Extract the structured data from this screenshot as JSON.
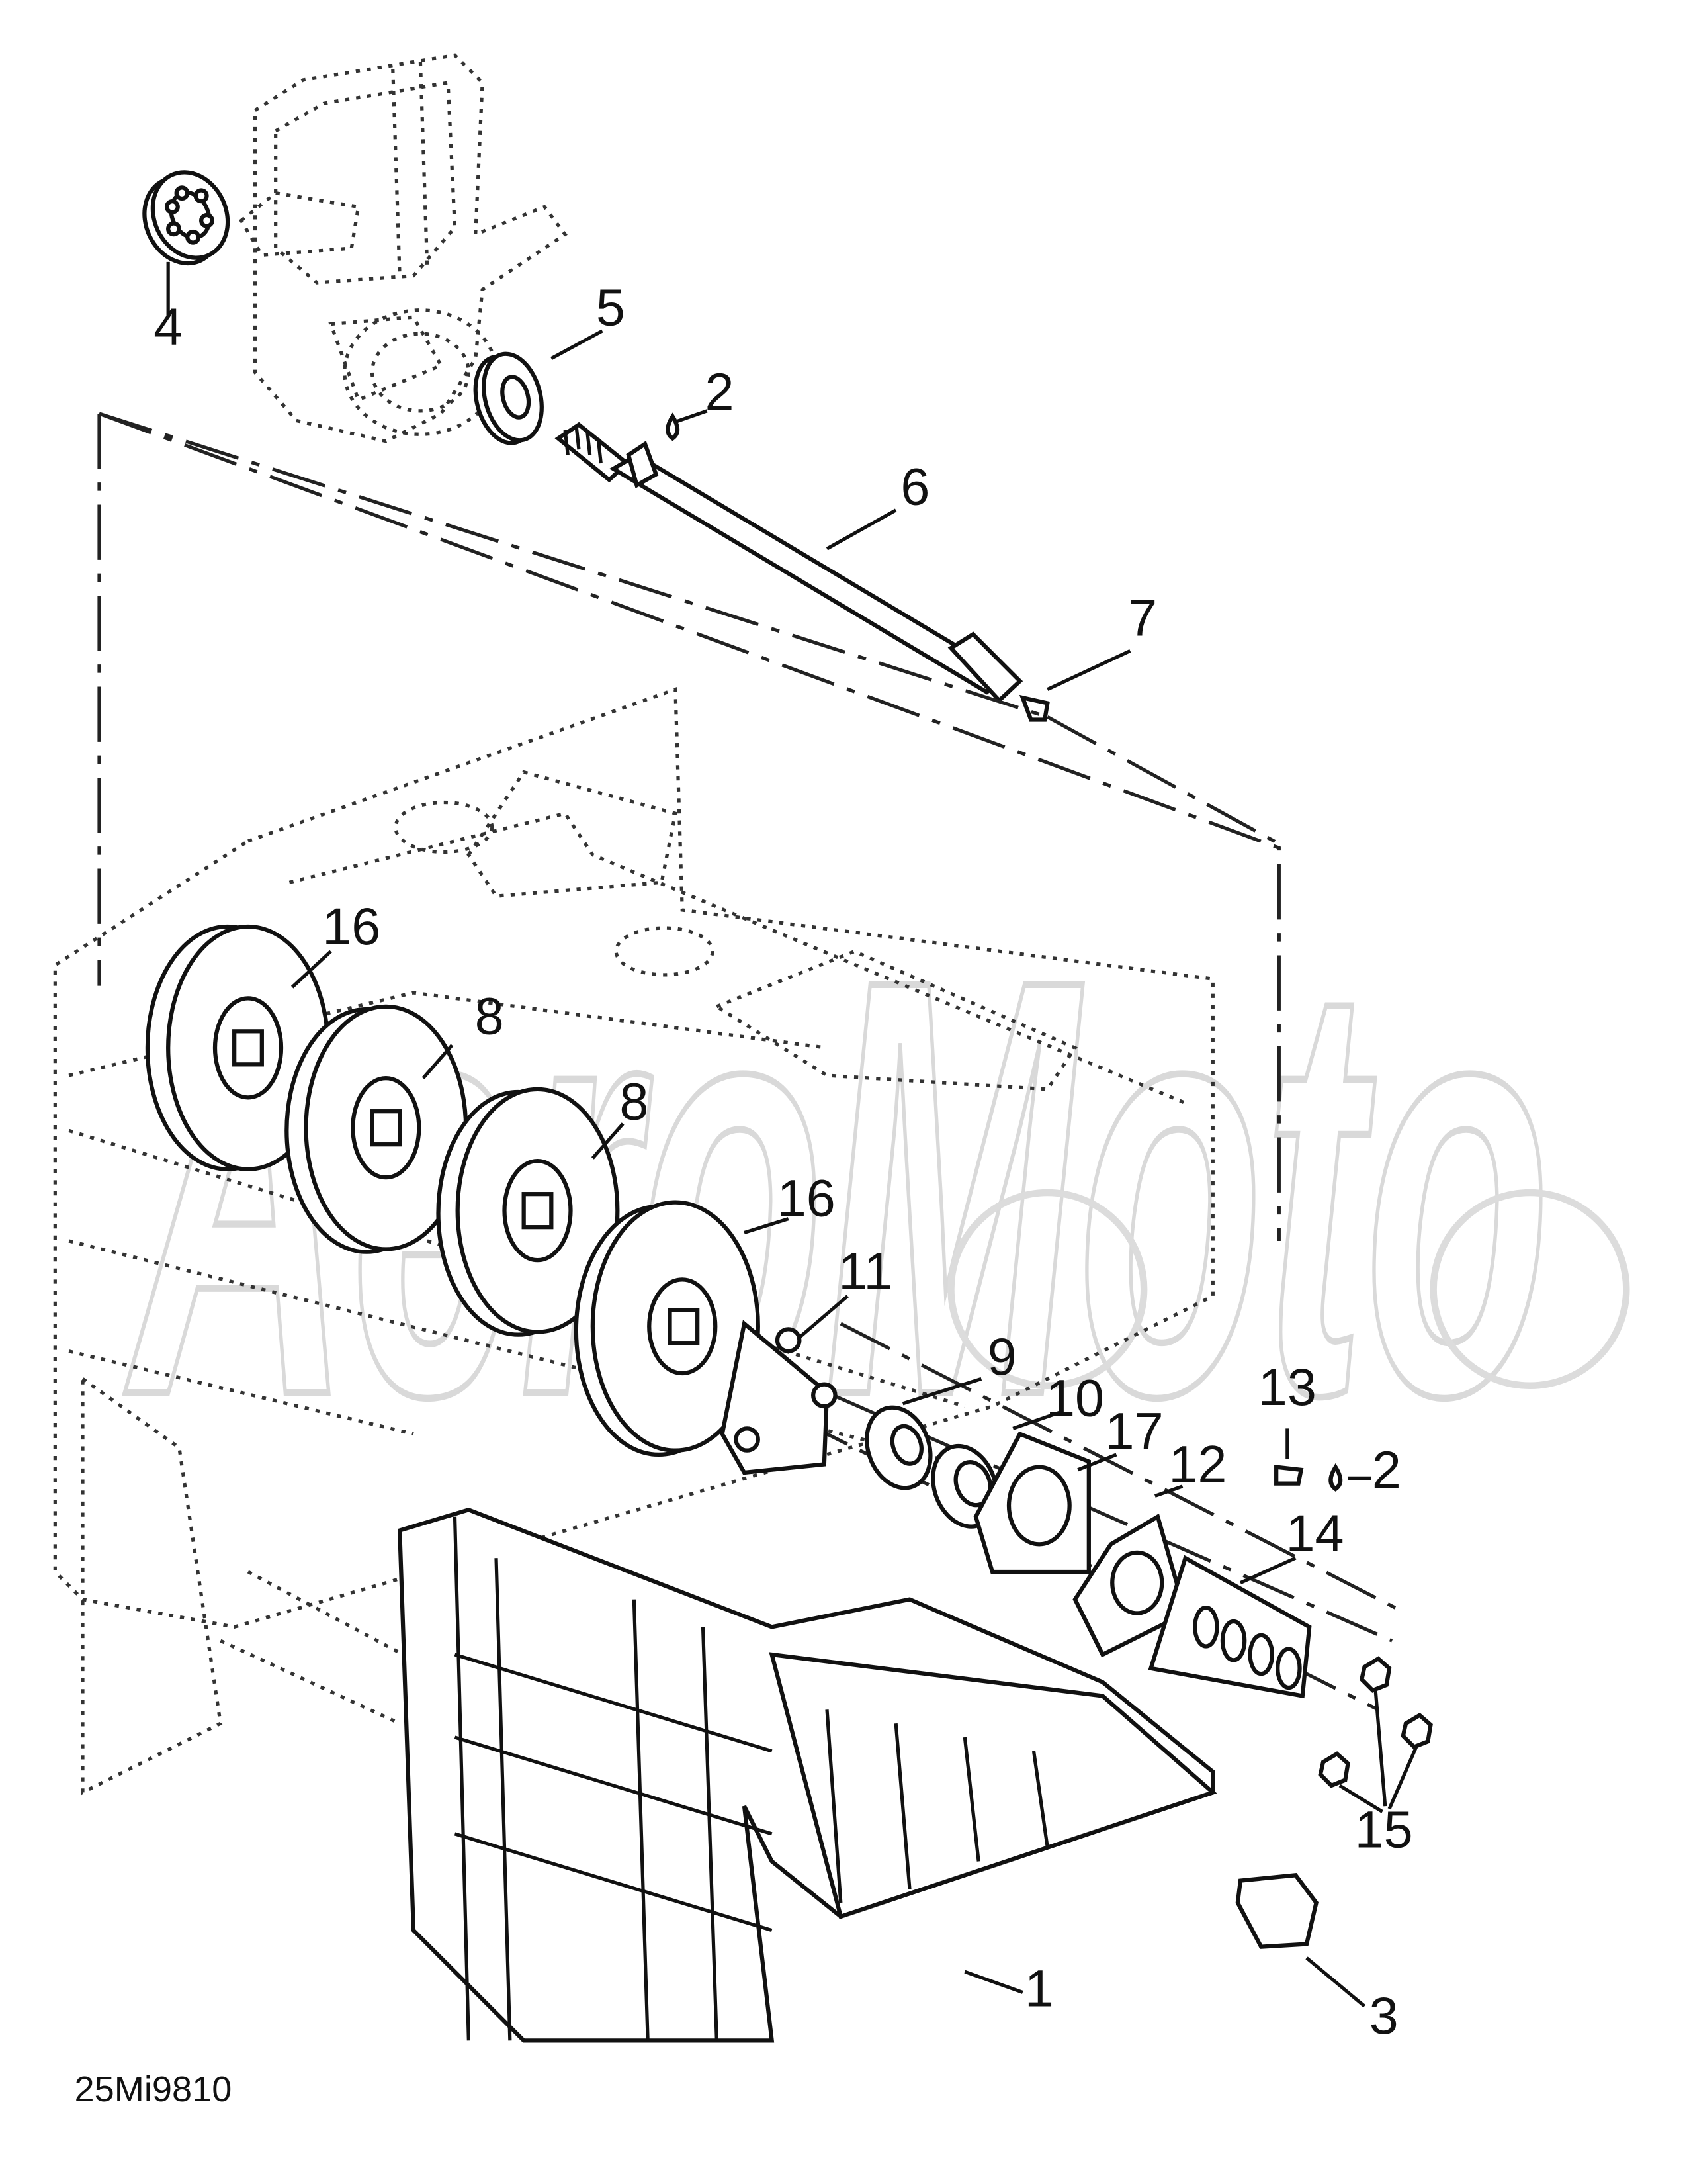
{
  "watermark": "AeroMoto",
  "drawing_code": "25Mi9810",
  "callouts": [
    {
      "id": "c1",
      "label": "1"
    },
    {
      "id": "c2a",
      "label": "2"
    },
    {
      "id": "c2b",
      "label": "2"
    },
    {
      "id": "c3",
      "label": "3"
    },
    {
      "id": "c4",
      "label": "4"
    },
    {
      "id": "c5",
      "label": "5"
    },
    {
      "id": "c6",
      "label": "6"
    },
    {
      "id": "c7",
      "label": "7"
    },
    {
      "id": "c8a",
      "label": "8"
    },
    {
      "id": "c8b",
      "label": "8"
    },
    {
      "id": "c9",
      "label": "9"
    },
    {
      "id": "c10",
      "label": "10"
    },
    {
      "id": "c11",
      "label": "11"
    },
    {
      "id": "c12",
      "label": "12"
    },
    {
      "id": "c13",
      "label": "13"
    },
    {
      "id": "c14",
      "label": "14"
    },
    {
      "id": "c15",
      "label": "15"
    },
    {
      "id": "c16a",
      "label": "16"
    },
    {
      "id": "c16b",
      "label": "16"
    },
    {
      "id": "c17",
      "label": "17"
    }
  ]
}
